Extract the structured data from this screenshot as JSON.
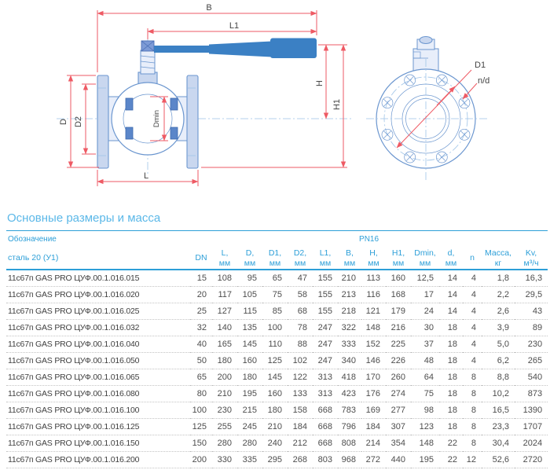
{
  "drawing": {
    "labels": {
      "b": "B",
      "l1": "L1",
      "h": "H",
      "h1": "H1",
      "d": "D",
      "d2": "D2",
      "dmin": "Dmin",
      "l": "L",
      "d1": "D1",
      "nd": "n/d"
    }
  },
  "table": {
    "title": "Основные размеры и масса",
    "designation_header": "Обозначение",
    "material_header": "сталь 20 (У1)",
    "pressure_class": "PN16",
    "columns": [
      {
        "key": "dn",
        "label": "DN",
        "unit": ""
      },
      {
        "key": "l",
        "label": "L,",
        "unit": "мм"
      },
      {
        "key": "d",
        "label": "D,",
        "unit": "мм"
      },
      {
        "key": "d1",
        "label": "D1,",
        "unit": "мм"
      },
      {
        "key": "d2",
        "label": "D2,",
        "unit": "мм"
      },
      {
        "key": "l1",
        "label": "L1,",
        "unit": "мм"
      },
      {
        "key": "b",
        "label": "B,",
        "unit": "мм"
      },
      {
        "key": "h",
        "label": "H,",
        "unit": "мм"
      },
      {
        "key": "h1",
        "label": "H1,",
        "unit": "мм"
      },
      {
        "key": "dmin",
        "label": "Dmin,",
        "unit": "мм"
      },
      {
        "key": "dhole",
        "label": "d,",
        "unit": "мм"
      },
      {
        "key": "n",
        "label": "n",
        "unit": ""
      },
      {
        "key": "mass",
        "label": "Масса,",
        "unit": "кг"
      },
      {
        "key": "kv",
        "label": "Kv,",
        "unit": "м³/ч"
      }
    ],
    "rows": [
      {
        "name": "11с67п GAS PRO ЦУФ.00.1.016.015",
        "values": [
          "15",
          "108",
          "95",
          "65",
          "47",
          "155",
          "210",
          "113",
          "160",
          "12,5",
          "14",
          "4",
          "1,8",
          "16,3"
        ]
      },
      {
        "name": "11с67п GAS PRO ЦУФ.00.1.016.020",
        "values": [
          "20",
          "117",
          "105",
          "75",
          "58",
          "155",
          "213",
          "116",
          "168",
          "17",
          "14",
          "4",
          "2,2",
          "29,5"
        ]
      },
      {
        "name": "11с67п GAS PRO ЦУФ.00.1.016.025",
        "values": [
          "25",
          "127",
          "115",
          "85",
          "68",
          "155",
          "218",
          "121",
          "179",
          "24",
          "14",
          "4",
          "2,6",
          "43"
        ]
      },
      {
        "name": "11с67п GAS PRO ЦУФ.00.1.016.032",
        "values": [
          "32",
          "140",
          "135",
          "100",
          "78",
          "247",
          "322",
          "148",
          "216",
          "30",
          "18",
          "4",
          "3,9",
          "89"
        ]
      },
      {
        "name": "11с67п GAS PRO ЦУФ.00.1.016.040",
        "values": [
          "40",
          "165",
          "145",
          "110",
          "88",
          "247",
          "333",
          "152",
          "225",
          "37",
          "18",
          "4",
          "5,0",
          "230"
        ]
      },
      {
        "name": "11с67п GAS PRO ЦУФ.00.1.016.050",
        "values": [
          "50",
          "180",
          "160",
          "125",
          "102",
          "247",
          "340",
          "146",
          "226",
          "48",
          "18",
          "4",
          "6,2",
          "265"
        ]
      },
      {
        "name": "11с67п GAS PRO ЦУФ.00.1.016.065",
        "values": [
          "65",
          "200",
          "180",
          "145",
          "122",
          "313",
          "418",
          "170",
          "260",
          "64",
          "18",
          "8",
          "8,8",
          "540"
        ]
      },
      {
        "name": "11с67п GAS PRO ЦУФ.00.1.016.080",
        "values": [
          "80",
          "210",
          "195",
          "160",
          "133",
          "313",
          "423",
          "176",
          "274",
          "75",
          "18",
          "8",
          "10,2",
          "873"
        ]
      },
      {
        "name": "11с67п GAS PRO ЦУФ.00.1.016.100",
        "values": [
          "100",
          "230",
          "215",
          "180",
          "158",
          "668",
          "783",
          "169",
          "277",
          "98",
          "18",
          "8",
          "16,5",
          "1390"
        ]
      },
      {
        "name": "11с67п GAS PRO ЦУФ.00.1.016.125",
        "values": [
          "125",
          "255",
          "245",
          "210",
          "184",
          "668",
          "796",
          "184",
          "307",
          "123",
          "18",
          "8",
          "23,3",
          "1707"
        ]
      },
      {
        "name": "11с67п GAS PRO ЦУФ.00.1.016.150",
        "values": [
          "150",
          "280",
          "280",
          "240",
          "212",
          "668",
          "808",
          "214",
          "354",
          "148",
          "22",
          "8",
          "30,4",
          "2024"
        ]
      },
      {
        "name": "11с67п GAS PRO ЦУФ.00.1.016.200",
        "values": [
          "200",
          "330",
          "335",
          "295",
          "268",
          "803",
          "968",
          "272",
          "440",
          "195",
          "22",
          "12",
          "52,6",
          "2720"
        ]
      }
    ]
  },
  "colors": {
    "accent_blue": "#2d9fd8",
    "title_blue": "#5bb8e8",
    "line_blue": "#6b96cf",
    "fill_blue": "#c9d7ef",
    "light_fill": "#e8eefa",
    "center_blue": "#9fc4e8",
    "handle_blue": "#3b80c4",
    "seat_blue": "#5b86c9",
    "dim_red": "#ee5a64",
    "label_dark": "#444444",
    "text_gray": "#4d4d4d"
  }
}
